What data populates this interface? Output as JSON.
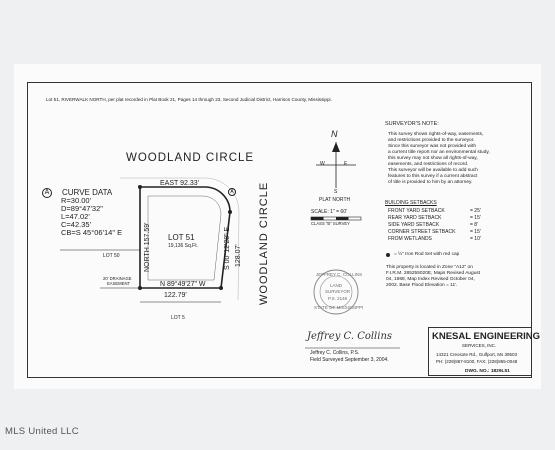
{
  "header_text": "Lot 51, RIVERWALK NORTH, per plat recorded in Plat Book 21, Pages 14 through 23, Second Judicial District, Harrison County, Mississippi.",
  "roads": {
    "north": "WOODLAND CIRCLE",
    "east": "WOODLAND CIRCLE"
  },
  "curve_data": {
    "marker": "A",
    "title": "CURVE DATA",
    "lines": [
      "R=30.00'",
      "D=89°47'32\"",
      "L=47.02'",
      "C=42.35'",
      "CB=S 45°06'14\" E"
    ]
  },
  "lot": {
    "name": "LOT 51",
    "area": "19,136 Sq.Ft.",
    "east_line": "EAST 92.33'",
    "north_line": "NORTH 157.59'",
    "south_line": "S 00°12'28\" E",
    "east_depth": "128.07'",
    "bottom_bearing": "N 89°49'27\" W",
    "bottom_length": "122.79'",
    "curve_marker": "A"
  },
  "adjacent": {
    "lot50": "LOT 50",
    "lot5": "LOT 5",
    "drainage": [
      "20' DRAINAGE",
      "EASEMENT"
    ]
  },
  "north_arrow": {
    "n": "N",
    "w": "W",
    "e": "E",
    "s": "S"
  },
  "plat_north": "PLAT NORTH",
  "scale": {
    "line1": "SCALE: 1\" = 60'",
    "line2": "CLASS \"B\" SURVEY"
  },
  "surveyor_note": {
    "title": "SURVEYOR'S NOTE:",
    "lines": [
      "This survey shows rights-of-way, easements,",
      "and restrictions provided to the surveyor.",
      "Since this surveyor was not provided with",
      "a current title report nor an environmental study,",
      "this survey may not show all rights-of-way,",
      "easements, and restrictions of record.",
      "This surveyor will be available to add such",
      "features to this survey if a current abstract",
      "of title is provided to him by an attorney."
    ]
  },
  "setbacks": {
    "title": "BUILDING SETBACKS",
    "rows": [
      {
        "label": "FRONT YARD SETBACK",
        "value": "= 25'"
      },
      {
        "label": "REAR YARD SETBACK",
        "value": "= 15'"
      },
      {
        "label": "SIDE YARD SETBACK",
        "value": "= 8'"
      },
      {
        "label": "CORNER STREET SETBACK",
        "value": "= 15'"
      },
      {
        "label": "FROM WETLANDS",
        "value": "= 10'"
      }
    ]
  },
  "legend": "= ½\" Iron Rod Set with red cap",
  "zone": [
    "This property is located in Zone \"A12\" on",
    "F.I.R.M. 285255020E, Maps Revised August",
    "04, 1988, Map Index Revised October 04,",
    "2002. Base Flood Elevation = 11'."
  ],
  "seal": {
    "top": "JEFFREY C. COLLINS",
    "mid1": "LAND",
    "mid2": "SURVEYOR",
    "num": "P.S. 2146",
    "bottom": "STATE OF MISSISSIPPI"
  },
  "signature": {
    "script": "Jeffrey C. Collins",
    "name": "Jeffrey C. Collins, P.S.",
    "date": "Field Surveyed September 3, 2004."
  },
  "firm": {
    "logo": "KNESAL ENGINEERING",
    "sub": "SERVICES, INC.",
    "address1": "14321 Creosote Rd., Gulfport, Ms 39503",
    "address2": "PH: (228)867-8100, FAX: (228)865-0048",
    "dwg": "DWG. NO.: 1829L51"
  },
  "watermark": "MLS United LLC"
}
